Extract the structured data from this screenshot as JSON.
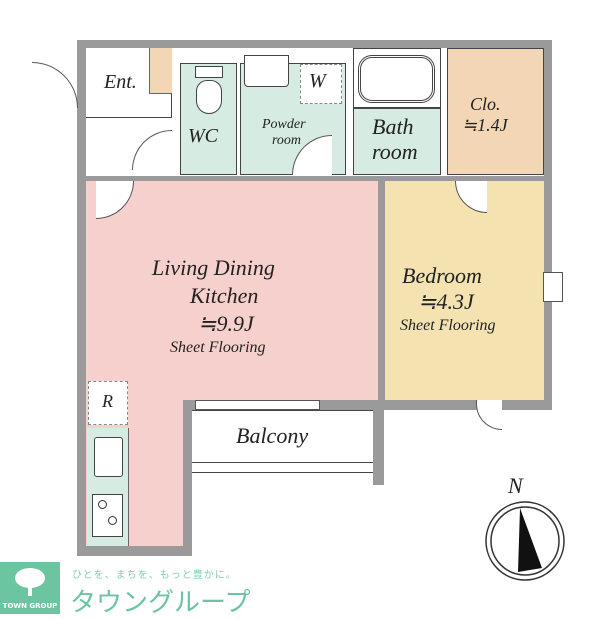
{
  "rooms": {
    "entrance": "Ent.",
    "wc": "WC",
    "powder_room": [
      "Powder",
      "room"
    ],
    "washer": "W",
    "bath_room": [
      "Bath",
      "room"
    ],
    "closet": [
      "Clo.",
      "≒1.4J"
    ],
    "ldk": [
      "Living Dining",
      "Kitchen",
      "≒9.9J",
      "Sheet Flooring"
    ],
    "bedroom": [
      "Bedroom",
      "≒4.3J",
      "Sheet Flooring"
    ],
    "refrigerator": "R",
    "balcony": "Balcony"
  },
  "compass": {
    "label": "N"
  },
  "logo": {
    "mark_text": "TOWN GROUP",
    "slogan": "ひとを、まちを、もっと豊かに。",
    "name": "タウングループ"
  },
  "colors": {
    "wet": "#d6ece2",
    "ldk": "#f6d0cc",
    "bedroom": "#f4e3b1",
    "storage": "#f2d6b6",
    "brand": "#6cc4a0"
  }
}
